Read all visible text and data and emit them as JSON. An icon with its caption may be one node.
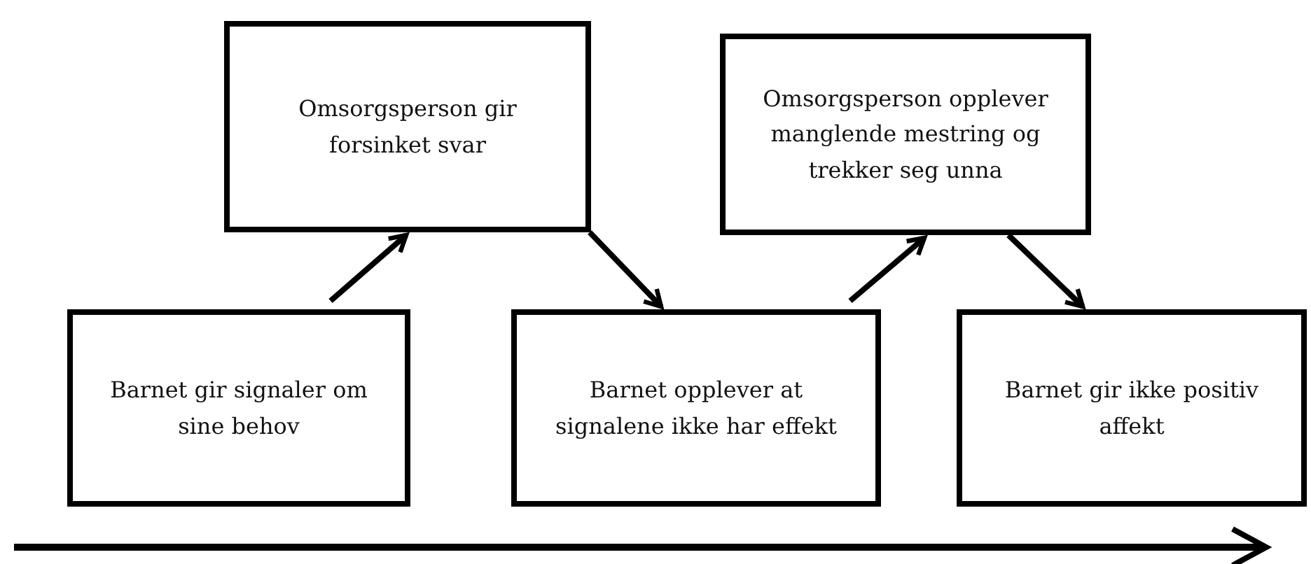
{
  "diagram": {
    "nodes": [
      {
        "text": [
          "Barnet gir signaler om sine behov"
        ]
      },
      {
        "text": [
          "Omsorgsperson gir forsinket svar"
        ]
      },
      {
        "text": [
          "Barnet opplever at signalene ikke har effekt"
        ]
      },
      {
        "text": [
          "Omsorgsperson opplever manglende mestring og trekker seg unna"
        ]
      },
      {
        "text": [
          "Barnet gir ikke positiv affekt"
        ]
      }
    ],
    "edges": [
      {
        "from": 0,
        "to": 1,
        "arrow": "to"
      },
      {
        "from": 1,
        "to": 2,
        "arrow": "to"
      },
      {
        "from": 2,
        "to": 3,
        "arrow": "to"
      },
      {
        "from": 3,
        "to": 4,
        "arrow": "to"
      }
    ]
  }
}
